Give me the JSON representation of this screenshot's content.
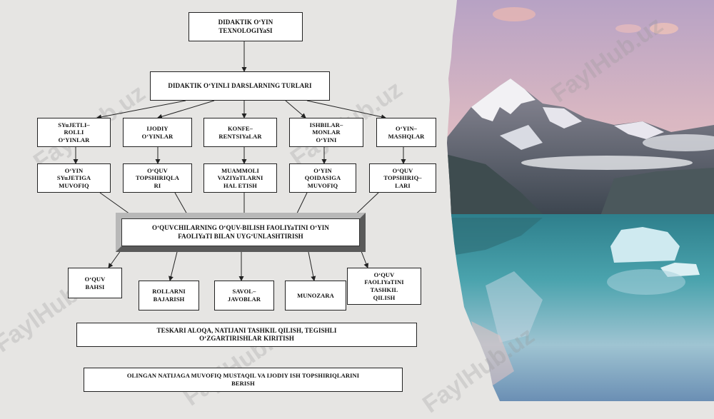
{
  "diagram": {
    "title": "DIDAKTIK O‘YIN\nTEXNOLOGIYaSI",
    "types": "DIDAKTIK O‘YINLI DARSLARNING TURLARI",
    "categories": [
      "SYuJETLI–\nROLLI\nO‘YINLAR",
      "IJODIY\nO‘YINLAR",
      "KONFE–\nRENTSIYaLAR",
      "ISHBILAR–\nMONLAR\nO‘YINI",
      "O‘YIN–\nMASHQLAR"
    ],
    "sub_items": [
      "O‘YIN\nSYuJETIGA\nMUVOFIQ",
      "O‘QUV\nTOPSHIRIQLA\nRI",
      "MUAMMOLI\nVAZIYaTLARNI\nHAL  ETISH",
      "O‘YIN\nQOIDASIGA\nMUVOFIQ",
      "O‘QUV\nTOPSHIRIQ–\nLARI"
    ],
    "center": "O‘QUVCHILARNING O‘QUV-BILISH FAOLIYaTINI O‘YIN\nFAOLIYaTI BILAN UYG‘UNLASHTIRISH",
    "outcomes": [
      "O‘QUV\nBAHSI",
      "ROLLARNI\nBAJARISH",
      "SAVOL–\nJAVOBLAR",
      "MUNOZARA",
      "O‘QUV\nFAOLIYaTINI\nTASHKIL\nQILISH"
    ],
    "feedback": "TESKARI ALOQA, NATIJANI TASHKIL QILISH, TEGISHLI\nO‘ZGARTIRISHLAR KIRITISH",
    "final": "OLINGAN  NATIJAGA  MUVOFIQ MUSTAQIL  VA  IJODIY  ISH  TOPSHIRIQLARINI\nBERISH"
  },
  "watermark": "FaylHub.uz",
  "colors": {
    "background": "#e6e5e3",
    "box": "#ffffff",
    "border": "#222222"
  }
}
